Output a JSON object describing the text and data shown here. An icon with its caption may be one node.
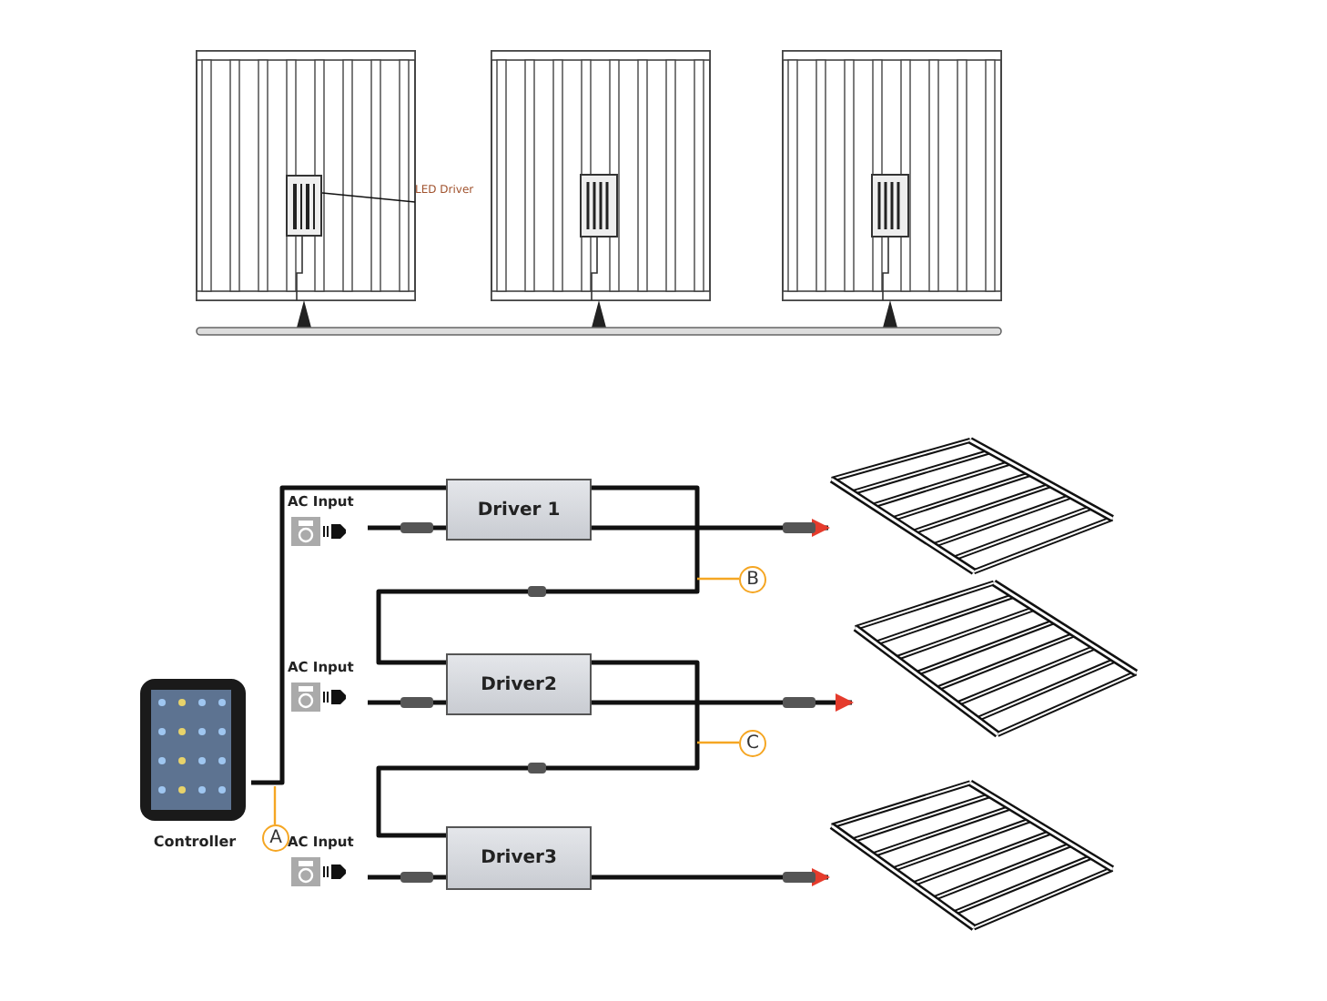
{
  "diagram": {
    "nodes": [
      {
        "text": [
          "LED Driver"
        ]
      },
      {
        "text": [],
        "shape": "box"
      },
      {
        "text": [
          "AC Input"
        ]
      },
      {
        "text": [
          "Driver 1"
        ]
      },
      {
        "text": [],
        "shape": "picture"
      },
      {
        "text": [
          "AC Input"
        ]
      },
      {
        "text": [
          "Driver2"
        ]
      },
      {
        "text": [],
        "shape": "picture"
      },
      {
        "text": [
          "Controller"
        ]
      },
      {
        "text": [
          "AC Input"
        ]
      },
      {
        "text": [
          "Driver3"
        ]
      },
      {
        "text": [],
        "shape": "picture"
      },
      {
        "text": [
          "B"
        ]
      },
      {
        "text": [
          "C"
        ]
      },
      {
        "text": [
          "A"
        ]
      }
    ],
    "edges": [
      {
        "from": 0,
        "to": 1,
        "arrow": "none"
      },
      {
        "from": 8,
        "to": 3,
        "arrow": "none"
      },
      {
        "from": 3,
        "to": 6,
        "arrow": "none"
      },
      {
        "from": 6,
        "to": 10,
        "arrow": "none"
      },
      {
        "from": 2,
        "to": 3,
        "arrow": "none"
      },
      {
        "from": 5,
        "to": 6,
        "arrow": "none"
      },
      {
        "from": 9,
        "to": 10,
        "arrow": "none"
      },
      {
        "from": 3,
        "to": 4,
        "arrow": "to"
      },
      {
        "from": 6,
        "to": 7,
        "arrow": "to"
      },
      {
        "from": 10,
        "to": 11,
        "arrow": "to"
      },
      {
        "from": 12,
        "to": null,
        "arrow": "none",
        "color": "#f5a623"
      },
      {
        "from": 13,
        "to": null,
        "arrow": "none",
        "color": "#f5a623"
      },
      {
        "from": 14,
        "to": null,
        "arrow": "none",
        "color": "#f5a623"
      }
    ]
  }
}
